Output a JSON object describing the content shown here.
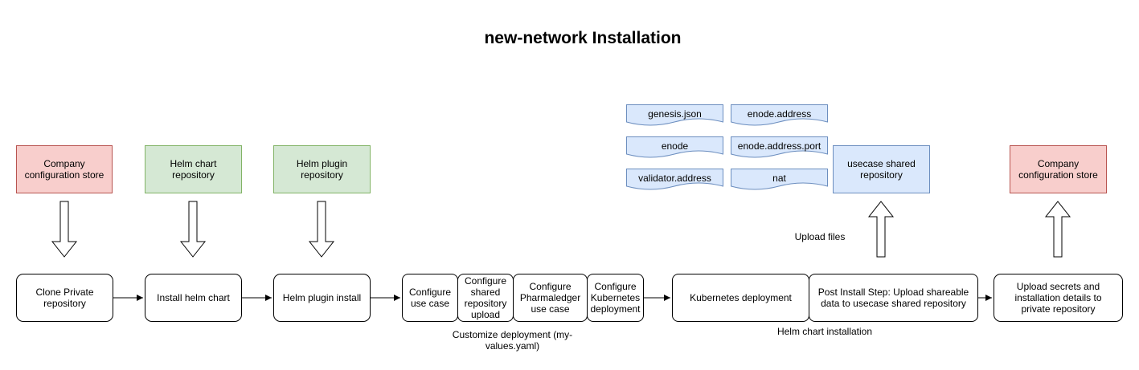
{
  "title": "new-network Installation",
  "stores": {
    "company_store_left": "Company configuration store",
    "helm_chart_repo": "Helm chart repository",
    "helm_plugin_repo": "Helm plugin repository",
    "usecase_shared_repo": "usecase shared repository",
    "company_store_right": "Company configuration store"
  },
  "files": [
    "genesis.json",
    "enode.address",
    "enode",
    "enode.address.port",
    "validator.address",
    "nat"
  ],
  "steps": {
    "clone": "Clone Private repository",
    "install_chart": "Install helm chart",
    "plugin_install": "Helm plugin install",
    "configure_use_case": "Configure use case",
    "configure_shared_upload": "Configure shared repository upload",
    "configure_pharmaledger": "Configure Pharmaledger use case",
    "configure_k8s": "Configure Kubernetes deployment",
    "k8s_deployment": "Kubernetes deployment",
    "post_install": "Post Install Step: Upload shareable data to usecase shared repository",
    "upload_secrets": "Upload secrets and installation details to private repository"
  },
  "labels": {
    "customize": "Customize deployment (my-values.yaml)",
    "helm_install": "Helm chart installation",
    "upload_files": "Upload files"
  }
}
